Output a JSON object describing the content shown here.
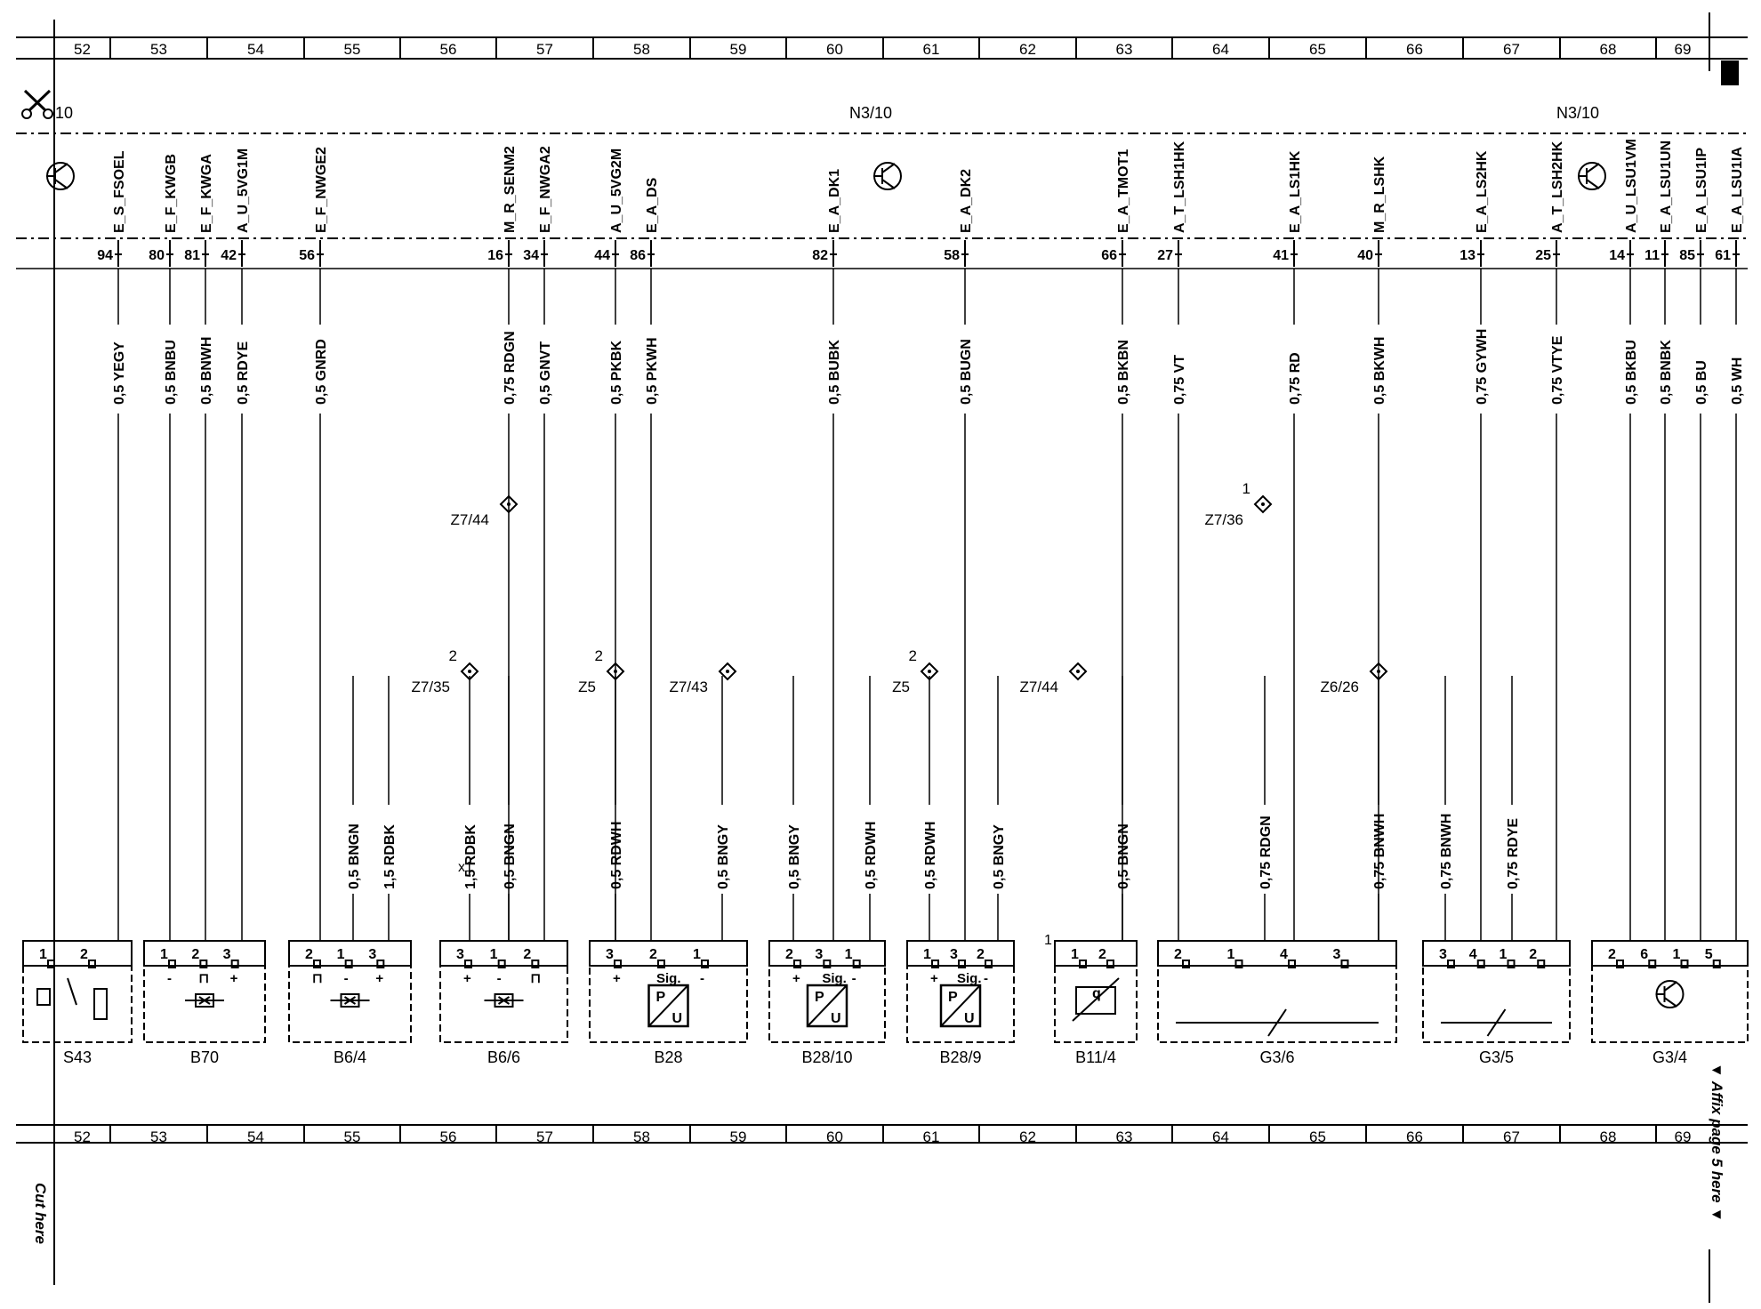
{
  "grid_numbers": [
    "52",
    "53",
    "54",
    "55",
    "56",
    "57",
    "58",
    "59",
    "60",
    "61",
    "62",
    "63",
    "64",
    "65",
    "66",
    "67",
    "68",
    "69"
  ],
  "module_labels": [
    "N3/10",
    "N3/10"
  ],
  "scissor_page": "10",
  "cut_here": "Cut here",
  "affix_text": "▼ Affix page 5 here ▼",
  "signals": [
    {
      "name": "E_S_FSOEL",
      "pin": "94",
      "wire": "0,5 YEGY"
    },
    {
      "name": "E_F_KWGB",
      "pin": "80",
      "wire": "0,5 BNBU"
    },
    {
      "name": "E_F_KWGA",
      "pin": "81",
      "wire": "0,5 BNWH"
    },
    {
      "name": "A_U_5VG1M",
      "pin": "42",
      "wire": "0,5 RDYE"
    },
    {
      "name": "E_F_NWGE2",
      "pin": "56",
      "wire": "0,5 GNRD"
    },
    {
      "name": "M_R_SENM2",
      "pin": "16",
      "wire": "0,75 RDGN"
    },
    {
      "name": "E_F_NWGA2",
      "pin": "34",
      "wire": "0,5 GNVT"
    },
    {
      "name": "A_U_5VG2M",
      "pin": "44",
      "wire": "0,5 PKBK"
    },
    {
      "name": "E_A_DS",
      "pin": "86",
      "wire": "0,5 PKWH"
    },
    {
      "name": "E_A_DK1",
      "pin": "82",
      "wire": "0,5 BUBK"
    },
    {
      "name": "E_A_DK2",
      "pin": "58",
      "wire": "0,5 BUGN"
    },
    {
      "name": "E_A_TMOT1",
      "pin": "66",
      "wire": "0,5 BKBN"
    },
    {
      "name": "A_T_LSH1HK",
      "pin": "27",
      "wire": "0,75 VT"
    },
    {
      "name": "E_A_LS1HK",
      "pin": "41",
      "wire": "0,75 RD"
    },
    {
      "name": "M_R_LSHK",
      "pin": "40",
      "wire": "0,5 BKWH"
    },
    {
      "name": "E_A_LS2HK",
      "pin": "13",
      "wire": "0,75 GYWH"
    },
    {
      "name": "A_T_LSH2HK",
      "pin": "25",
      "wire": "0,75 VTYE"
    },
    {
      "name": "A_U_LSU1VM",
      "pin": "14",
      "wire": "0,5 BKBU"
    },
    {
      "name": "E_A_LSU1UN",
      "pin": "11",
      "wire": "0,5 BNBK"
    },
    {
      "name": "E_A_LSU1IP",
      "pin": "85",
      "wire": "0,5 BU"
    },
    {
      "name": "E_A_LSU1IA",
      "pin": "61",
      "wire": "0,5 WH"
    }
  ],
  "splices": [
    {
      "label": "Z7/44",
      "num": ""
    },
    {
      "label": "Z7/35",
      "num": "2"
    },
    {
      "label": "Z5",
      "num": "2"
    },
    {
      "label": "Z7/43",
      "num": ""
    },
    {
      "label": "Z5",
      "num": "2"
    },
    {
      "label": "Z7/44",
      "num": ""
    },
    {
      "label": "Z7/36",
      "num": "1"
    },
    {
      "label": "Z6/26",
      "num": ""
    }
  ],
  "lower_wires": [
    "0,5 BNGN",
    "1,5 RDBK",
    "1,5 RDBK",
    "0,5 BNGN",
    "0,5 RDWH",
    "0,5 BNGY",
    "0,5 BNGY",
    "0,5 RDWH",
    "0,5 RDWH",
    "0,5 BNGY",
    "0,5 BNGN",
    "0,75 RDGN",
    "0,75 BNWH",
    "0,75 BNWH",
    "0,75 RDYE"
  ],
  "components": [
    "S43",
    "B70",
    "B6/4",
    "B6/6",
    "B28",
    "B28/10",
    "B28/9",
    "B11/4",
    "G3/6",
    "G3/5",
    "G3/4"
  ],
  "component_pins": {
    "S43": [
      "1",
      "2"
    ],
    "B70": [
      "1",
      "2",
      "3"
    ],
    "B6/4": [
      "2",
      "1",
      "3"
    ],
    "B6/6": [
      "3",
      "1",
      "2"
    ],
    "B28": [
      "3",
      "2",
      "1"
    ],
    "B28/10": [
      "2",
      "3",
      "1"
    ],
    "B28/9": [
      "1",
      "3",
      "2"
    ],
    "B11/4": [
      "1",
      "2"
    ],
    "G3/6": [
      "2",
      "1",
      "4",
      "3"
    ],
    "G3/5": [
      "3",
      "4",
      "1",
      "2"
    ],
    "G3/4": [
      "2",
      "6",
      "1",
      "5"
    ]
  },
  "component_pin_symbols": {
    "B70": [
      "-",
      "⊓",
      "+"
    ],
    "B6/4": [
      "⊓",
      "-",
      "+"
    ],
    "B6/6": [
      "+",
      "-",
      "⊓"
    ],
    "B28": [
      "+",
      "Sig.",
      "-"
    ],
    "B28/10": [
      "+",
      "Sig.",
      "-"
    ],
    "B28/9": [
      "+",
      "Sig.",
      "-"
    ]
  },
  "sensor_labels": {
    "pu_top": "P",
    "pu_bottom": "U",
    "temp": "q"
  },
  "connector_x1": "x1",
  "b11_pin": "1",
  "icon_names": [
    "scissors-icon",
    "transistor-icon"
  ]
}
